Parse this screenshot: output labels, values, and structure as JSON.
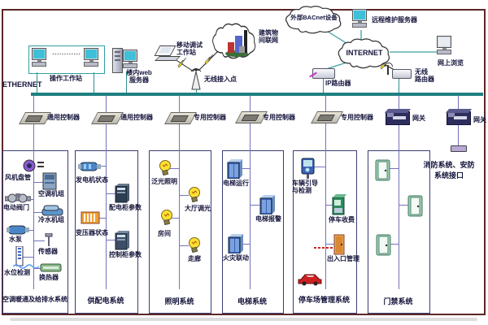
{
  "ethernet": {
    "label": "ETHERNET"
  },
  "nodes": {
    "workstation_group": {
      "label": "操作工作站",
      "dots": "............"
    },
    "web_server": {
      "line1": "楼内web",
      "line2": "服务器"
    },
    "mobile_station": {
      "line1": "移动调试",
      "line2": "工作站"
    },
    "wireless_ap": {
      "label": "无线接入点"
    },
    "building_cloud": {
      "line1": "建筑物",
      "line2": "间联网"
    },
    "bacnet_cloud": {
      "label": "外部BACnet设备"
    },
    "remote_server": {
      "label": "远程维护服务器"
    },
    "internet": {
      "label": "INTERNET"
    },
    "web_browse": {
      "label": "网上浏览"
    },
    "ip_router": {
      "label": "IP路由器"
    },
    "wireless_router": {
      "line1": "无线",
      "line2": "路由器"
    }
  },
  "controllers": [
    {
      "label": "通用控制器"
    },
    {
      "label": "通用控制器"
    },
    {
      "label": "专用控制器"
    },
    {
      "label": "专用控制器"
    },
    {
      "label": "专用控制器"
    }
  ],
  "gateways": [
    {
      "label": "网关"
    },
    {
      "label": "网关"
    }
  ],
  "fire_interface": {
    "line1": "消防系统、安防",
    "line2": "系统接口"
  },
  "systems": [
    {
      "title": "空调暖通及给排水系统",
      "items": [
        {
          "label": "风机盘管"
        },
        {
          "label": "空调机组"
        },
        {
          "label": "电动阀门"
        },
        {
          "label": "冷水机组"
        },
        {
          "label": "水泵"
        },
        {
          "label": "传感器"
        },
        {
          "label": "水位检测"
        },
        {
          "label": "换热器"
        }
      ]
    },
    {
      "title": "供配电系统",
      "items": [
        {
          "label": "发电机状态"
        },
        {
          "label": "配电柜参数"
        },
        {
          "label": "变压器状态"
        },
        {
          "label": "控制柜参数"
        }
      ]
    },
    {
      "title": "照明系统",
      "items": [
        {
          "label": "泛光照明"
        },
        {
          "label": "大厅调光"
        },
        {
          "label": "房间"
        },
        {
          "label": "走廊"
        }
      ]
    },
    {
      "title": "电梯系统",
      "items": [
        {
          "label": "电梯运行"
        },
        {
          "label": "电梯报警"
        },
        {
          "label": "火灾联动"
        }
      ]
    },
    {
      "title": "停车场管理系统",
      "items": [
        {
          "label": "车辆引导",
          "label2": "与检测"
        },
        {
          "label": "停车收费"
        },
        {
          "label": "出入口管理"
        }
      ]
    },
    {
      "title": "门禁系统",
      "items": []
    }
  ],
  "colors": {
    "bus": "#1f8080",
    "line": "#7373be",
    "outer_border": "#5c2626",
    "teal_line": "#3f9f9f"
  }
}
